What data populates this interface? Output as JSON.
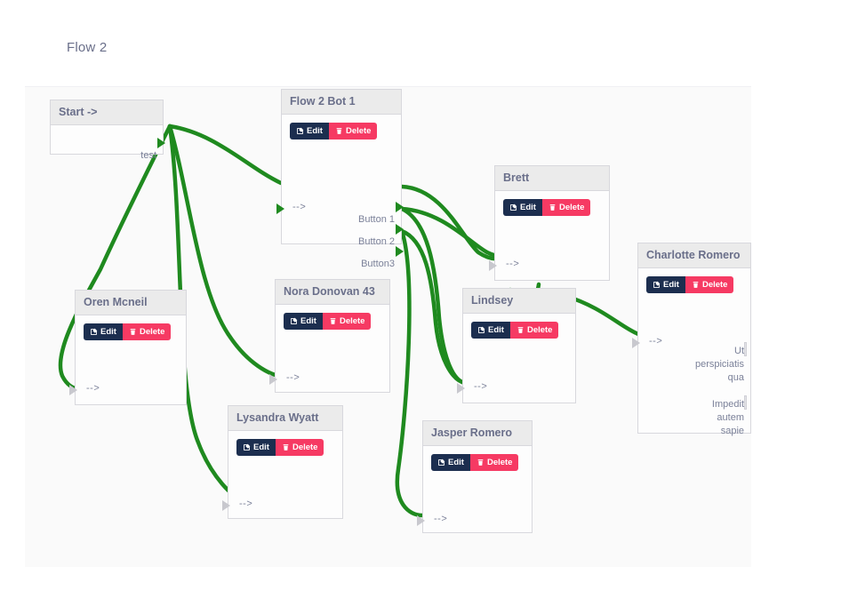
{
  "header": {
    "title": "Flow 2"
  },
  "buttons": {
    "edit_label": "Edit",
    "delete_label": "Delete",
    "edit_icon": "pencil-square-icon",
    "delete_icon": "trash-icon"
  },
  "colors": {
    "edge": "#1f8a1f",
    "edit_bg": "#1c2e4f",
    "delete_bg": "#f63a63",
    "node_header_bg": "#ebebeb",
    "node_border": "#d8d8dd",
    "canvas_bg": "#fafafa",
    "title_text": "#6a6f8a"
  },
  "nodes": [
    {
      "id": "start",
      "title": "Start ->",
      "has_actions": false,
      "in_port": null,
      "out_ports": [
        "test"
      ]
    },
    {
      "id": "flow2bot1",
      "title": "Flow 2 Bot 1",
      "has_actions": true,
      "in_port": "-->",
      "out_ports": [
        "Button 1",
        "Button 2",
        "Button3"
      ]
    },
    {
      "id": "oren",
      "title": "Oren Mcneil",
      "has_actions": true,
      "in_port": "-->",
      "out_ports": []
    },
    {
      "id": "nora",
      "title": "Nora Donovan 43",
      "has_actions": true,
      "in_port": "-->",
      "out_ports": []
    },
    {
      "id": "lysandra",
      "title": "Lysandra Wyatt",
      "has_actions": true,
      "in_port": "-->",
      "out_ports": []
    },
    {
      "id": "jasper",
      "title": "Jasper Romero",
      "has_actions": true,
      "in_port": "-->",
      "out_ports": []
    },
    {
      "id": "brett",
      "title": "Brett",
      "has_actions": true,
      "in_port": "-->",
      "out_ports": []
    },
    {
      "id": "lindsey",
      "title": "Lindsey",
      "has_actions": true,
      "in_port": "-->",
      "out_ports": []
    },
    {
      "id": "charlotte",
      "title": "Charlotte Romero",
      "has_actions": true,
      "in_port": "-->",
      "out_ports": [
        "Ut\nperspiciatis\nqua",
        "Impedit\nautem\nsapie"
      ]
    }
  ]
}
